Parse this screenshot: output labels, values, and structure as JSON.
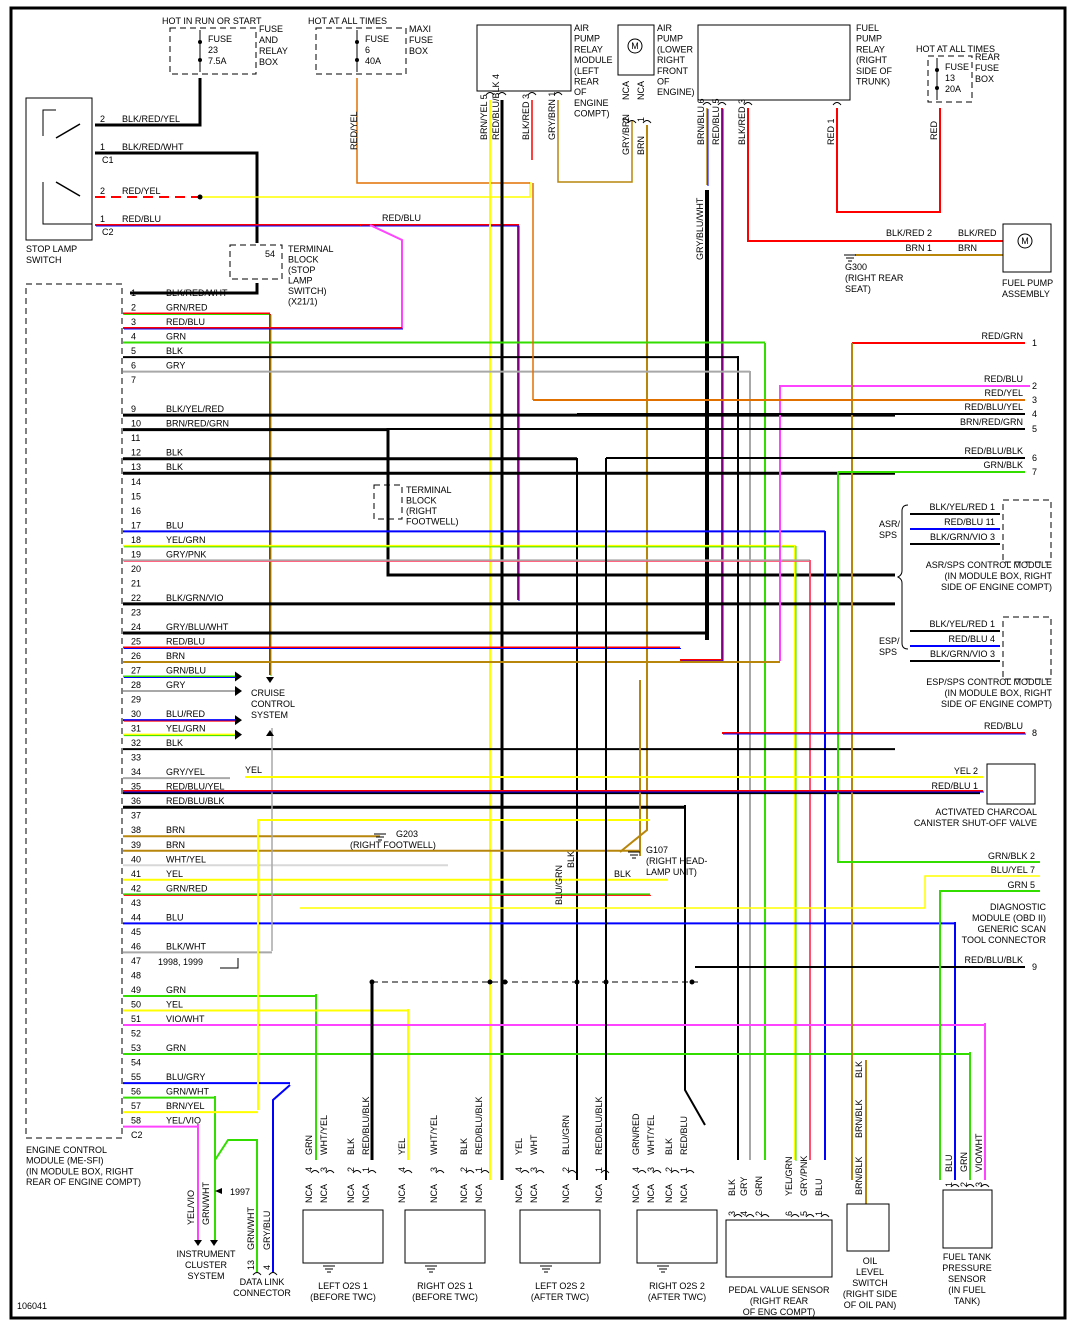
{
  "diagram_id": "106041",
  "colors": {
    "BLK": "#000000",
    "RED": "#ff0000",
    "YEL": "#ffff00",
    "BLU": "#0000ff",
    "GRN": "#33dd00",
    "BRN": "#b8860b",
    "GRY": "#a8a8a8",
    "WHT": "#d8d8d8",
    "VIO": "#ff44ff",
    "PNK": "#ff5070",
    "ORG": "#e07000"
  },
  "fuses": [
    {
      "header": "HOT IN RUN OR START",
      "name": "FUSE",
      "number": "23",
      "rating": "7.5A",
      "location": [
        "FUSE",
        "AND",
        "RELAY",
        "BOX"
      ]
    },
    {
      "header": "HOT AT ALL TIMES",
      "name": "FUSE",
      "number": "6",
      "rating": "40A",
      "location": [
        "MAXI",
        "FUSE",
        "BOX"
      ]
    },
    {
      "header": "HOT AT ALL TIMES",
      "name": "FUSE",
      "number": "13",
      "rating": "20A",
      "location": [
        "REAR",
        "FUSE",
        "BOX"
      ]
    }
  ],
  "stop_lamp_switch": {
    "label": [
      "STOP LAMP",
      "SWITCH"
    ],
    "pins": [
      {
        "pin": "2",
        "wire": "BLK/RED/YEL",
        "conn": ""
      },
      {
        "pin": "1",
        "wire": "BLK/RED/WHT",
        "conn": "C1"
      },
      {
        "pin": "2",
        "wire": "RED/YEL",
        "conn": ""
      },
      {
        "pin": "1",
        "wire": "RED/BLU",
        "conn": "C2"
      }
    ]
  },
  "terminal_blocks": [
    {
      "pin": "54",
      "label": [
        "TERMINAL",
        "BLOCK",
        "(STOP",
        "LAMP",
        "SWITCH)",
        "(X21/1)"
      ]
    },
    {
      "pin": "",
      "label": [
        "TERMINAL",
        "BLOCK",
        "(RIGHT",
        "FOOTWELL)"
      ]
    }
  ],
  "inline_labels": {
    "red_yel_vertical": "RED/YEL",
    "red_blu_splice": "RED/BLU",
    "yel_34": "YEL",
    "year_note": "1998, 1999",
    "year_1997": "1997",
    "blk_g107": "BLK",
    "blk_vert": "BLK",
    "blu_grn": [
      "BLU/",
      "GRN"
    ],
    "gry_blu_wht": "GRY/BLU/WHT"
  },
  "air_pump_relay": {
    "label": [
      "AIR",
      "PUMP",
      "RELAY",
      "MODULE",
      "(LEFT",
      "REAR",
      "OF",
      "ENGINE",
      "COMPT)"
    ],
    "pins": [
      {
        "pin": "5",
        "wire": "BRN/YEL"
      },
      {
        "pin": "4",
        "wire": "RED/BLU/BLK"
      },
      {
        "pin": "3",
        "wire": "BLK/RED"
      },
      {
        "pin": "1",
        "wire": "GRY/BRN"
      }
    ]
  },
  "air_pump": {
    "label": [
      "AIR",
      "PUMP",
      "(LOWER",
      "RIGHT",
      "FRONT",
      "OF",
      "ENGINE)"
    ],
    "pins": [
      {
        "pin": "2",
        "nca": "NCA",
        "wire": "GRY/BRN"
      },
      {
        "pin": "1",
        "nca": "NCA",
        "wire": "BRN"
      }
    ]
  },
  "fuel_pump_relay": {
    "label": [
      "FUEL",
      "PUMP",
      "RELAY",
      "(RIGHT",
      "SIDE OF",
      "TRUNK)"
    ],
    "pins": [
      {
        "pin": "6",
        "wire": "BRN/BLU"
      },
      {
        "pin": "5",
        "wire": "RED/BLU"
      },
      {
        "pin": "3",
        "wire": "BLK/RED"
      },
      {
        "pin": "1",
        "wire": "RED"
      }
    ],
    "fuse_wire": "RED"
  },
  "fuel_pump_assembly": {
    "label": [
      "FUEL PUMP",
      "ASSEMBLY"
    ],
    "pins": [
      {
        "pin": "2",
        "wire": "BLK/RED",
        "wire_out": "BLK/RED"
      },
      {
        "pin": "1",
        "wire": "BRN",
        "wire_out": "BRN"
      }
    ],
    "ground": "G300",
    "ground_loc": [
      "(RIGHT REAR",
      "SEAT)"
    ]
  },
  "ecm": {
    "label": [
      "ENGINE CONTROL",
      "MODULE (ME-SFI)",
      "(IN MODULE BOX, RIGHT",
      "REAR OF ENGINE COMPT)"
    ],
    "connector": "C2",
    "pins": [
      {
        "pin": "1",
        "wire": "BLK/RED/WHT"
      },
      {
        "pin": "2",
        "wire": "GRN/RED"
      },
      {
        "pin": "3",
        "wire": "RED/BLU"
      },
      {
        "pin": "4",
        "wire": "GRN"
      },
      {
        "pin": "5",
        "wire": "BLK"
      },
      {
        "pin": "6",
        "wire": "GRY"
      },
      {
        "pin": "7",
        "wire": ""
      },
      {
        "pin": "9",
        "wire": "BLK/YEL/RED"
      },
      {
        "pin": "10",
        "wire": "BRN/RED/GRN"
      },
      {
        "pin": "11",
        "wire": ""
      },
      {
        "pin": "12",
        "wire": "BLK"
      },
      {
        "pin": "13",
        "wire": "BLK"
      },
      {
        "pin": "14",
        "wire": ""
      },
      {
        "pin": "15",
        "wire": ""
      },
      {
        "pin": "16",
        "wire": ""
      },
      {
        "pin": "17",
        "wire": "BLU"
      },
      {
        "pin": "18",
        "wire": "YEL/GRN"
      },
      {
        "pin": "19",
        "wire": "GRY/PNK"
      },
      {
        "pin": "20",
        "wire": ""
      },
      {
        "pin": "21",
        "wire": ""
      },
      {
        "pin": "22",
        "wire": "BLK/GRN/VIO"
      },
      {
        "pin": "23",
        "wire": ""
      },
      {
        "pin": "24",
        "wire": "GRY/BLU/WHT"
      },
      {
        "pin": "25",
        "wire": "RED/BLU"
      },
      {
        "pin": "26",
        "wire": "BRN"
      },
      {
        "pin": "27",
        "wire": "GRN/BLU"
      },
      {
        "pin": "28",
        "wire": "GRY"
      },
      {
        "pin": "29",
        "wire": ""
      },
      {
        "pin": "30",
        "wire": "BLU/RED"
      },
      {
        "pin": "31",
        "wire": "YEL/GRN"
      },
      {
        "pin": "32",
        "wire": "BLK"
      },
      {
        "pin": "33",
        "wire": ""
      },
      {
        "pin": "34",
        "wire": "GRY/YEL"
      },
      {
        "pin": "35",
        "wire": "RED/BLU/YEL"
      },
      {
        "pin": "36",
        "wire": "RED/BLU/BLK"
      },
      {
        "pin": "37",
        "wire": ""
      },
      {
        "pin": "38",
        "wire": "BRN"
      },
      {
        "pin": "39",
        "wire": "BRN"
      },
      {
        "pin": "40",
        "wire": "WHT/YEL"
      },
      {
        "pin": "41",
        "wire": "YEL"
      },
      {
        "pin": "42",
        "wire": "GRN/RED"
      },
      {
        "pin": "43",
        "wire": ""
      },
      {
        "pin": "44",
        "wire": "BLU"
      },
      {
        "pin": "45",
        "wire": ""
      },
      {
        "pin": "46",
        "wire": "BLK/WHT"
      },
      {
        "pin": "47",
        "wire": ""
      },
      {
        "pin": "48",
        "wire": ""
      },
      {
        "pin": "49",
        "wire": "GRN"
      },
      {
        "pin": "50",
        "wire": "YEL"
      },
      {
        "pin": "51",
        "wire": "VIO/WHT"
      },
      {
        "pin": "52",
        "wire": ""
      },
      {
        "pin": "53",
        "wire": "GRN"
      },
      {
        "pin": "54",
        "wire": ""
      },
      {
        "pin": "55",
        "wire": "BLU/GRY"
      },
      {
        "pin": "56",
        "wire": "GRN/WHT"
      },
      {
        "pin": "57",
        "wire": "BRN/YEL"
      },
      {
        "pin": "58",
        "wire": "YEL/VIO"
      }
    ]
  },
  "cruise_control": {
    "label": [
      "CRUISE",
      "CONTROL",
      "SYSTEM"
    ]
  },
  "right_outputs": [
    {
      "pin": "1",
      "wire": "RED/GRN"
    },
    {
      "pin": "2",
      "wire": "RED/BLU"
    },
    {
      "pin": "3",
      "wire": "RED/YEL"
    },
    {
      "pin": "4",
      "wire": "RED/BLU/YEL"
    },
    {
      "pin": "5",
      "wire": "BRN/RED/GRN"
    },
    {
      "pin": "6",
      "wire": "RED/BLU/BLK"
    },
    {
      "pin": "7",
      "wire": "GRN/BLK"
    },
    {
      "pin": "8",
      "wire": "RED/BLU"
    },
    {
      "pin": "9",
      "wire": "RED/BLU/BLK"
    }
  ],
  "asr_module": {
    "group": [
      "ASR/",
      "SPS"
    ],
    "label": [
      "ASR/SPS CONTROL MODULE",
      "(IN MODULE BOX, RIGHT",
      "SIDE OF ENGINE COMPT)"
    ],
    "pins": [
      {
        "pin": "1",
        "wire": "BLK/YEL/RED"
      },
      {
        "pin": "11",
        "wire": "RED/BLU"
      },
      {
        "pin": "3",
        "wire": "BLK/GRN/VIO"
      }
    ]
  },
  "esp_module": {
    "group": [
      "ESP/",
      "SPS"
    ],
    "label": [
      "ESP/SPS CONTROL MODULE",
      "(IN MODULE BOX, RIGHT",
      "SIDE OF ENGINE COMPT)"
    ],
    "pins": [
      {
        "pin": "1",
        "wire": "BLK/YEL/RED"
      },
      {
        "pin": "4",
        "wire": "RED/BLU"
      },
      {
        "pin": "3",
        "wire": "BLK/GRN/VIO"
      }
    ]
  },
  "charcoal_valve": {
    "label": [
      "ACTIVATED CHARCOAL",
      "CANISTER SHUT-OFF VALVE"
    ],
    "pins": [
      {
        "pin": "2",
        "wire": "YEL"
      },
      {
        "pin": "1",
        "wire": "RED/BLU"
      }
    ]
  },
  "diagnostic_module": {
    "label": [
      "DIAGNOSTIC",
      "MODULE (OBD II)",
      "GENERIC SCAN",
      "TOOL CONNECTOR"
    ],
    "pins": [
      {
        "pin": "2",
        "wire": "GRN/BLK"
      },
      {
        "pin": "7",
        "wire": "BLU/YEL"
      },
      {
        "pin": "5",
        "wire": "GRN"
      }
    ]
  },
  "grounds": [
    {
      "id": "G203",
      "loc": "(RIGHT FOOTWELL)"
    },
    {
      "id": "G107",
      "loc": [
        "(RIGHT HEAD-",
        "LAMP UNIT)"
      ]
    }
  ],
  "o2_sensors": [
    {
      "name": [
        "LEFT O2S 1",
        "(BEFORE TWC)"
      ],
      "pins": [
        {
          "pin": "4",
          "wire": "GRN"
        },
        {
          "pin": "3",
          "wire": "WHT/YEL"
        },
        {
          "pin": "2",
          "wire": "BLK"
        },
        {
          "pin": "1",
          "wire": "RED/BLU/BLK"
        }
      ]
    },
    {
      "name": [
        "RIGHT O2S 1",
        "(BEFORE TWC)"
      ],
      "pins": [
        {
          "pin": "4",
          "wire": "YEL"
        },
        {
          "pin": "3",
          "wire": "WHT/YEL"
        },
        {
          "pin": "2",
          "wire": "BLK"
        },
        {
          "pin": "1",
          "wire": "RED/BLU/BLK"
        }
      ]
    },
    {
      "name": [
        "LEFT O2S 2",
        "(AFTER TWC)"
      ],
      "pins": [
        {
          "pin": "4",
          "wire": "YEL"
        },
        {
          "pin": "3",
          "wire": "WHT"
        },
        {
          "pin": "2",
          "wire": "BLU/GRN"
        },
        {
          "pin": "1",
          "wire": "RED/BLU/BLK"
        }
      ],
      "upper_wire": "WHT/YEL"
    },
    {
      "name": [
        "RIGHT O2S 2",
        "(AFTER TWC)"
      ],
      "pins": [
        {
          "pin": "4",
          "wire": "GRN/RED"
        },
        {
          "pin": "3",
          "wire": "WHT/YEL"
        },
        {
          "pin": "2",
          "wire": "BLK"
        },
        {
          "pin": "1",
          "wire": "RED/BLU"
        }
      ],
      "upper_wire": "RED/BLU"
    }
  ],
  "nca": "NCA",
  "pedal_sensor": {
    "label": [
      "PEDAL VALUE SENSOR",
      "(RIGHT REAR",
      "OF ENG COMPT)"
    ],
    "pins": [
      {
        "pin": "3",
        "wire": "BLK"
      },
      {
        "pin": "4",
        "wire": "GRY"
      },
      {
        "pin": "2",
        "wire": "GRN"
      },
      {
        "pin": "6",
        "wire": "YEL/GRN"
      },
      {
        "pin": "5",
        "wire": "GRY/PNK"
      },
      {
        "pin": "1",
        "wire": "BLU"
      }
    ]
  },
  "oil_level_switch": {
    "label": [
      "OIL",
      "LEVEL",
      "SWITCH",
      "(RIGHT SIDE",
      "OF OIL PAN)"
    ],
    "wires": [
      "BLK",
      "BRN/BLK",
      "BRN/BLK"
    ]
  },
  "fuel_tank_sensor": {
    "label": [
      "FUEL TANK",
      "PRESSURE",
      "SENSOR",
      "(IN FUEL",
      "TANK)"
    ],
    "pins": [
      {
        "pin": "1",
        "wire": "BLU"
      },
      {
        "pin": "2",
        "wire": "GRN"
      },
      {
        "pin": "3",
        "wire": "VIO/WHT"
      }
    ]
  },
  "instrument_cluster": {
    "label": [
      "INSTRUMENT",
      "CLUSTER",
      "SYSTEM"
    ],
    "wires": [
      "YEL/VIO",
      "GRN/WHT"
    ]
  },
  "data_link_connector": {
    "label": [
      "DATA LINK",
      "CONNECTOR"
    ],
    "pins": [
      {
        "pin": "13",
        "wire": "GRN/WHT"
      },
      {
        "pin": "4",
        "wire": "GRY/BLU"
      }
    ]
  }
}
